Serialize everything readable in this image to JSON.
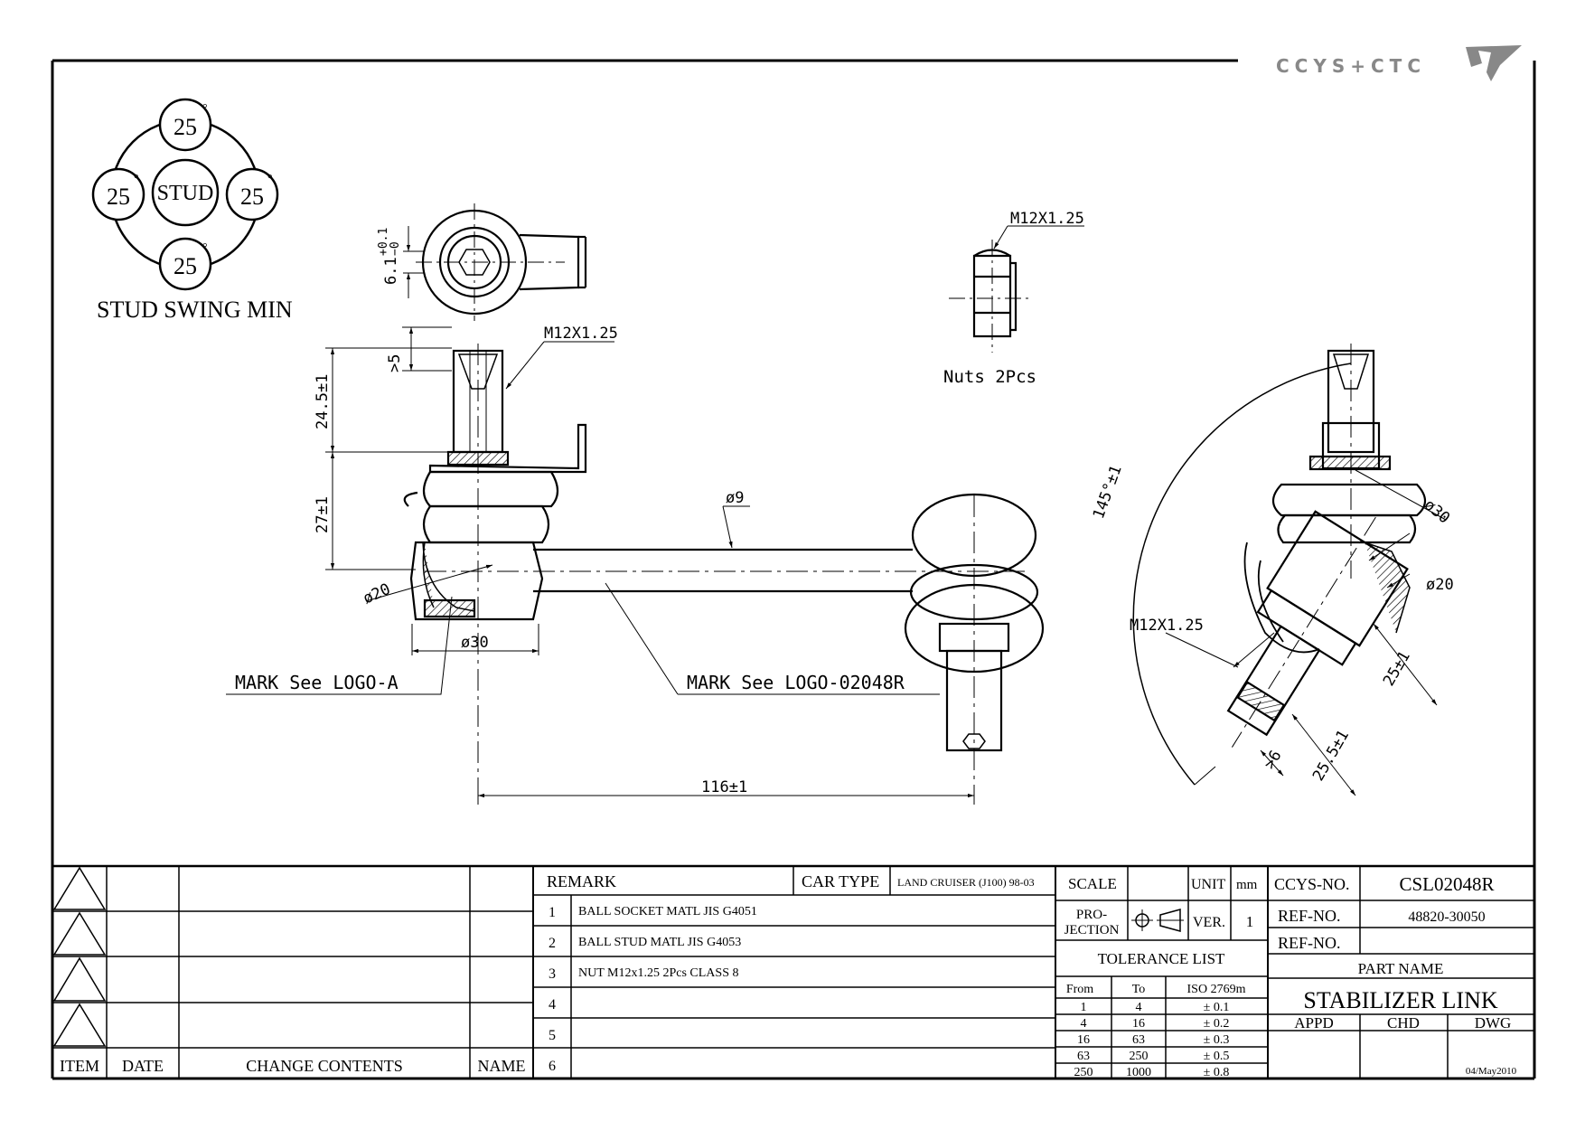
{
  "brand": {
    "name": "CCYS+CTC"
  },
  "stud_swing": {
    "title": "STUD SWING MIN",
    "center": "STUD",
    "angles": [
      "25",
      "25",
      "25",
      "25"
    ],
    "degree": "°"
  },
  "drawing": {
    "top_view": {
      "thread": "",
      "dim_width": "6.1",
      "dim_tol_upper": "+0.1",
      "dim_tol_lower": "−0"
    },
    "nut": {
      "thread": "M12X1.25",
      "label": "Nuts 2Pcs"
    },
    "front_view": {
      "thread": "M12X1.25",
      "min_thread": ">5",
      "stud_length": "24.5±1",
      "socket_height": "27±1",
      "ball_dia": "ø20",
      "socket_dia": "ø30",
      "bar_dia": "ø9",
      "center_distance": "116±1",
      "mark_a": "MARK See LOGO-A",
      "mark_b": "MARK See LOGO-02048R"
    },
    "side_view": {
      "swing_angle": "145°±1",
      "socket_dia": "ø30",
      "ball_dia": "ø20",
      "thread": "M12X1.25",
      "dim_a": "25±1",
      "dim_b": "25.5±1",
      "min_thread": ">6"
    }
  },
  "revision_block": {
    "headers": {
      "item": "ITEM",
      "date": "DATE",
      "change": "CHANGE CONTENTS",
      "name": "NAME"
    }
  },
  "remark_block": {
    "remark_label": "REMARK",
    "car_type_label": "CAR TYPE",
    "car_type": "LAND CRUISER (J100) 98-03",
    "items": [
      {
        "no": "1",
        "text": "BALL SOCKET MATL JIS  G4051"
      },
      {
        "no": "2",
        "text": "BALL STUD MATL JIS G4053"
      },
      {
        "no": "3",
        "text": "NUT M12x1.25 2Pcs CLASS 8"
      },
      {
        "no": "4",
        "text": ""
      },
      {
        "no": "5",
        "text": ""
      },
      {
        "no": "6",
        "text": ""
      }
    ]
  },
  "spec_block": {
    "scale_label": "SCALE",
    "scale": "",
    "unit_label": "UNIT",
    "unit": "mm",
    "projection_label_1": "PRO-",
    "projection_label_2": "JECTION",
    "ver_label": "VER.",
    "ver": "1",
    "tolerance_title": "TOLERANCE LIST",
    "tol_headers": [
      "From",
      "To",
      "ISO 2769m"
    ],
    "tolerances": [
      {
        "from": "1",
        "to": "4",
        "tol": "± 0.1"
      },
      {
        "from": "4",
        "to": "16",
        "tol": "± 0.2"
      },
      {
        "from": "16",
        "to": "63",
        "tol": "± 0.3"
      },
      {
        "from": "63",
        "to": "250",
        "tol": "± 0.5"
      },
      {
        "from": "250",
        "to": "1000",
        "tol": "± 0.8"
      }
    ]
  },
  "title_block": {
    "ccys_label": "CCYS-NO.",
    "ccys_no": "CSL02048R",
    "ref1_label": "REF-NO.",
    "ref1": "48820-30050",
    "ref2_label": "REF-NO.",
    "ref2": "",
    "part_name_label": "PART NAME",
    "part_name": "STABILIZER LINK",
    "appd": "APPD",
    "chd": "CHD",
    "dwg": "DWG",
    "date": "04/May2010"
  }
}
